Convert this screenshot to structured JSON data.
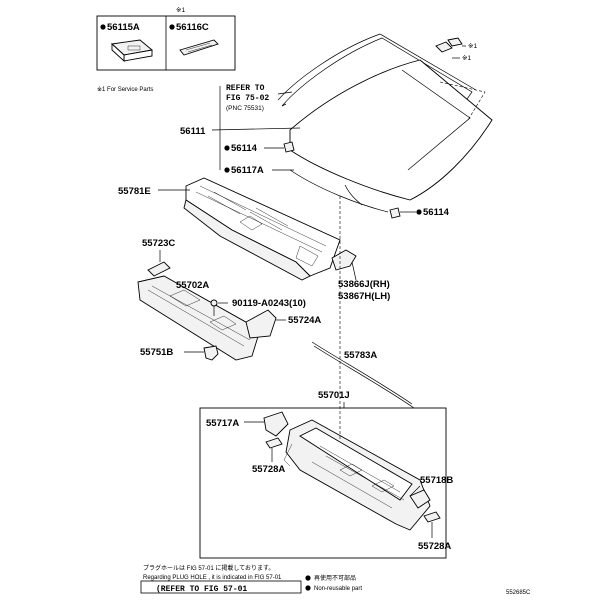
{
  "service_box": {
    "marker": "※1",
    "part_a": "56115A",
    "part_b": "56116C",
    "footnote": "※1 For Service Parts"
  },
  "refer_fig": {
    "line1": "REFER TO",
    "line2": "FIG 75-02",
    "line3": "(PNC 75531)"
  },
  "side_marks": {
    "mark1": "※1",
    "mark2": "※1"
  },
  "parts": {
    "p56111": "56111",
    "p56114_a": "56114",
    "p56117A": "56117A",
    "p56114_b": "56114",
    "p55781E": "55781E",
    "p55723C": "55723C",
    "p53866J": "53866J(RH)",
    "p53867H": "53867H(LH)",
    "p55702A": "55702A",
    "p90119": "90119-A0243(10)",
    "p55724A": "55724A",
    "p55751B": "55751B",
    "p55783A": "55783A",
    "p55701J": "55701J",
    "p55717A": "55717A",
    "p55728A_a": "55728A",
    "p55718B": "55718B",
    "p55728A_b": "55728A"
  },
  "bottom_note": {
    "jp": "プラグホールは FIG 57-01 に掲載しております。",
    "en": "Regarding PLUG HOLE , it is indicated in FIG 57-01",
    "refer": "(REFER TO FIG 57-01"
  },
  "legend": {
    "jp": "再使用不可部品",
    "en": "Non-reusable part"
  },
  "figure_code": "552685C"
}
